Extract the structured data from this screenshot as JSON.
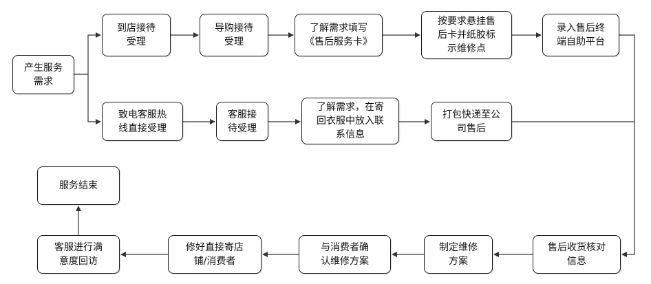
{
  "diagram": {
    "type": "flowchart",
    "line_color": "#333333",
    "nodes": {
      "start": "产生服务\n需求",
      "store_reception": "到店接待\n受理",
      "shopping_guide": "导购接待\n受理",
      "fill_card": "了解需求填写\n《售后服务卡》",
      "hang_card": "按要求悬挂售\n后卡并纸胶标\n示维修点",
      "enter_terminal": "录入售后终\n端自助平台",
      "hotline": "致电客服热\n线直接受理",
      "cs_reception": "客服接\n待受理",
      "mail_clothes": "了解需求，在寄\n回衣服中放入联\n系信息",
      "courier": "打包快递至公\n司售后",
      "receive_check": "售后收货核对\n信息",
      "repair_plan": "制定维修\n方案",
      "confirm_plan": "与消费者确\n认维修方案",
      "ship_back": "修好直接寄店\n铺/消费者",
      "survey": "客服进行满\n意度回访",
      "end": "服务结束"
    }
  }
}
